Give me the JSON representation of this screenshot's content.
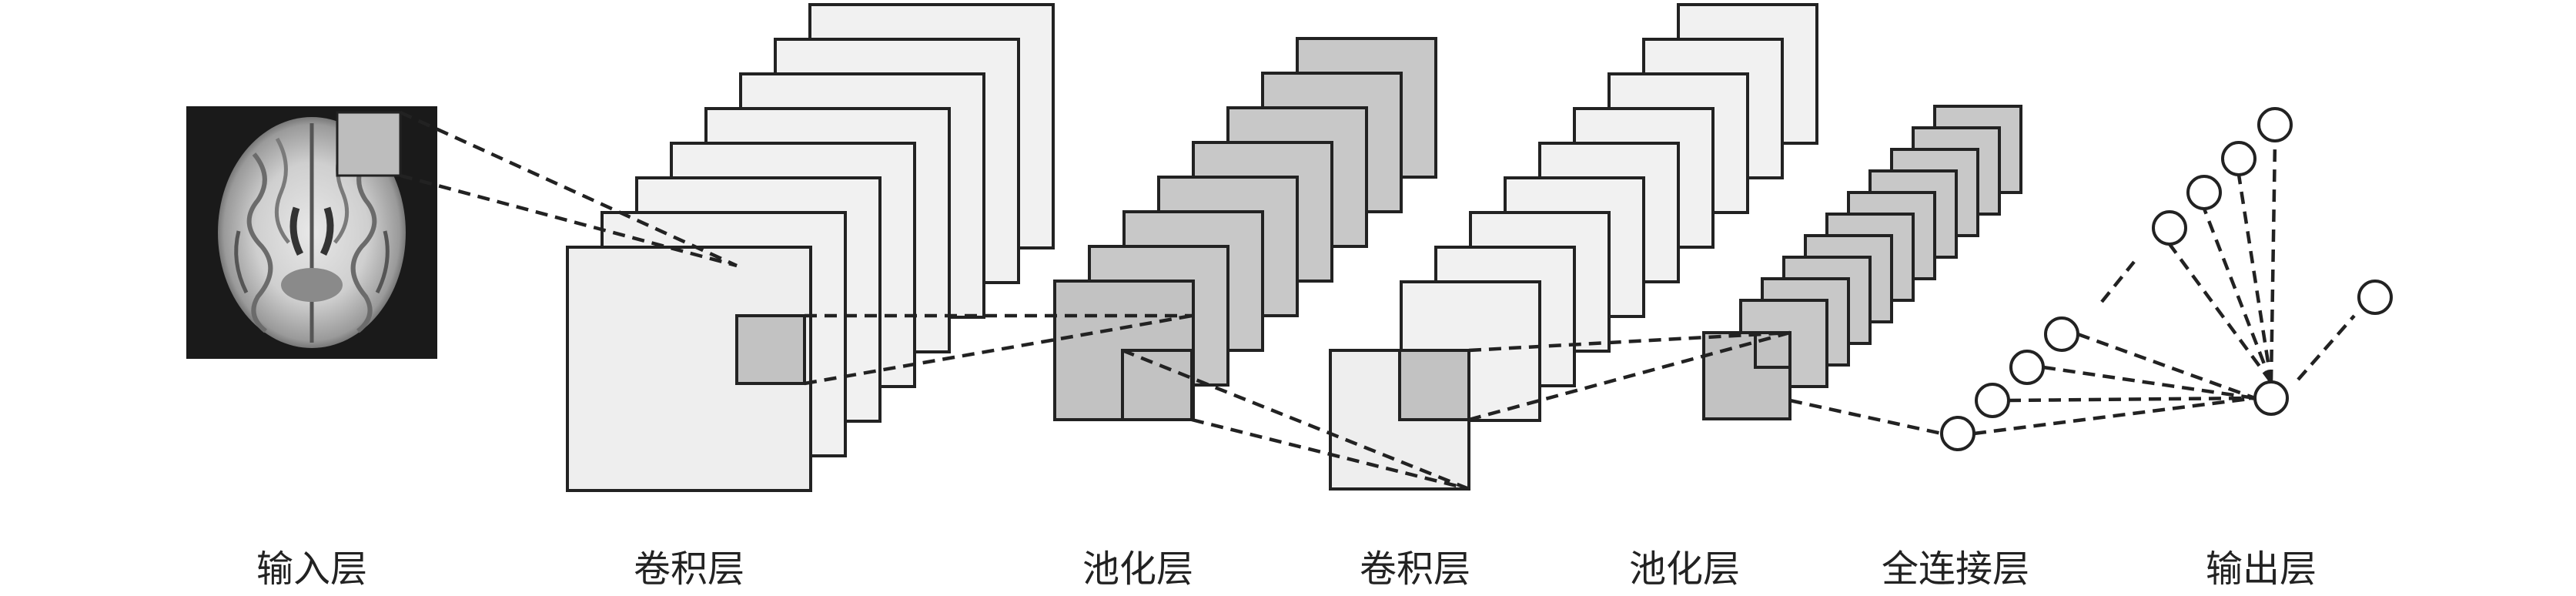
{
  "labels": {
    "input": "输入层",
    "conv1": "卷积层",
    "pool1": "池化层",
    "conv2": "卷积层",
    "pool2": "池化层",
    "fc": "全连接层",
    "output": "输出层"
  },
  "colors": {
    "light_plate": "#eeeeee",
    "dark_plate": "#c2c2c2",
    "stroke": "#222222",
    "input_background": "#1a1a1a",
    "input_patch": "#bdbdbd"
  },
  "visual_elements": {
    "input_image": "brain-mri-axial-slice",
    "output_nodes": "circle-nodes"
  }
}
